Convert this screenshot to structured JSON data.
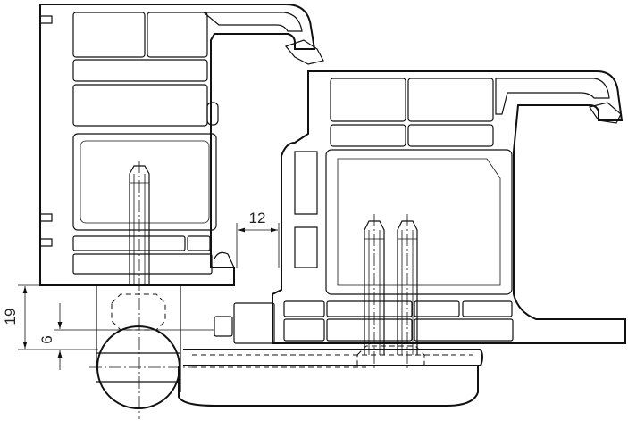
{
  "drawing": {
    "dimensions": {
      "gap_width": "12",
      "height_left": "19",
      "offset_small": "6"
    }
  }
}
